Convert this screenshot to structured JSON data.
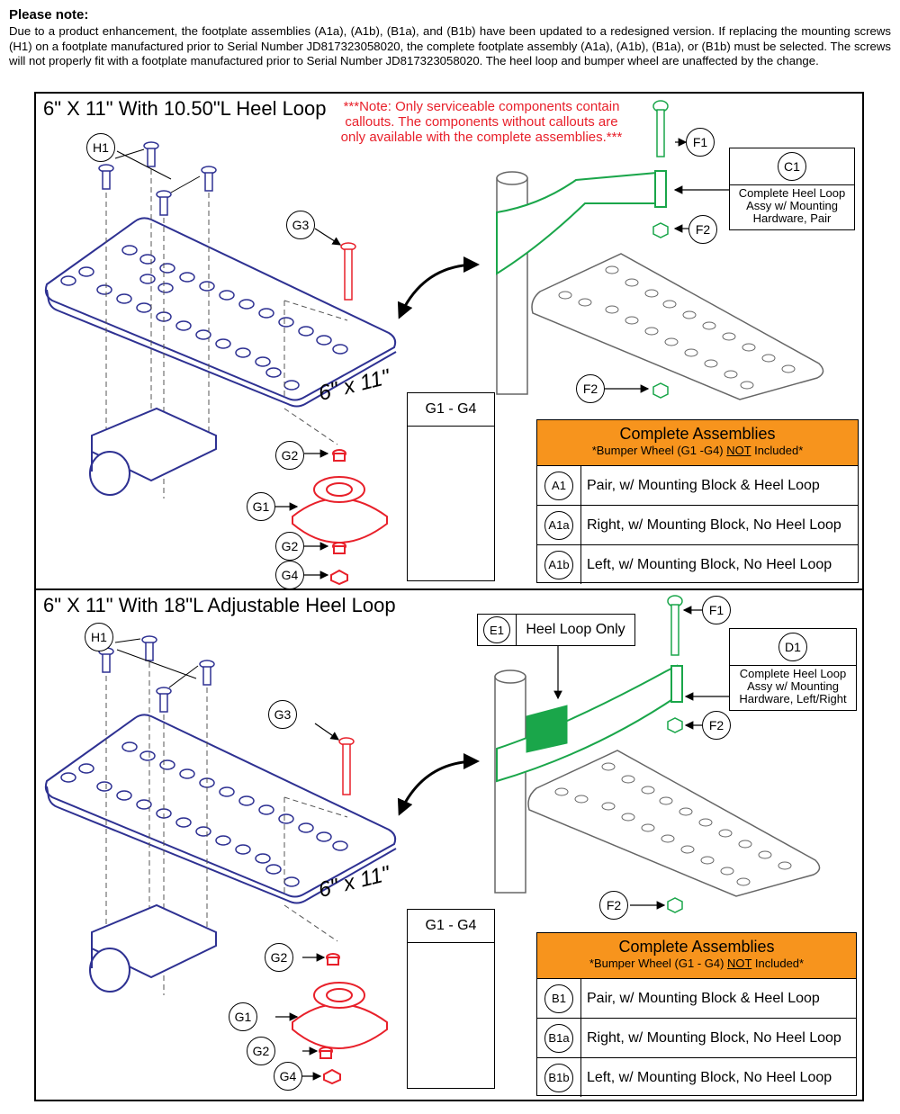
{
  "note": {
    "title": "Please note:",
    "body": "Due to a product enhancement, the footplate assemblies (A1a), (A1b), (B1a), and (B1b) have been updated to a redesigned version. If replacing the mounting screws (H1) on a footplate manufactured prior to Serial Number JD817323058020, the complete footplate assembly (A1a), (A1b), (B1a), or (B1b) must be selected. The screws will not properly fit with a footplate manufactured prior to Serial Number JD817323058020. The heel loop and bumper wheel are unaffected by the change."
  },
  "colors": {
    "plate": "#2e3192",
    "wheel": "#e8202a",
    "heelloop": "#1aa64a",
    "header": "#f7941d",
    "note_text": "#e8202a"
  },
  "panel1": {
    "title": "6\" X 11\" With 10.50\"L Heel Loop",
    "serviceable_note": "***Note: Only serviceable components contain callouts. The components without callouts are only available with the complete assemblies.***",
    "size_label": "6\" x 11\"",
    "callouts": {
      "h1": "H1",
      "g3": "G3",
      "g2a": "G2",
      "g1": "G1",
      "g2b": "G2",
      "g4": "G4",
      "f1": "F1",
      "f2a": "F2",
      "f2b": "F2"
    },
    "heel_box": {
      "id": "C1",
      "text": "Complete Heel Loop Assy w/ Mounting Hardware, Pair"
    },
    "g_box": "G1 - G4",
    "assemblies": {
      "title": "Complete Assemblies",
      "subtitle_pre": "*Bumper Wheel (G1 -G4) ",
      "subtitle_not": "NOT",
      "subtitle_post": " Included*",
      "rows": [
        {
          "id": "A1",
          "text": "Pair, w/ Mounting Block & Heel Loop"
        },
        {
          "id": "A1a",
          "text": "Right, w/ Mounting Block, No Heel Loop"
        },
        {
          "id": "A1b",
          "text": "Left, w/ Mounting Block, No Heel Loop"
        }
      ]
    }
  },
  "panel2": {
    "title": "6\" X 11\" With 18\"L Adjustable Heel Loop",
    "size_label": "6\" x 11\"",
    "callouts": {
      "h1": "H1",
      "g3": "G3",
      "g2a": "G2",
      "g1": "G1",
      "g2b": "G2",
      "g4": "G4",
      "f1": "F1",
      "f2a": "F2",
      "f2b": "F2"
    },
    "e1": {
      "id": "E1",
      "text": "Heel Loop Only"
    },
    "heel_box": {
      "id": "D1",
      "text": "Complete Heel Loop Assy w/ Mounting Hardware, Left/Right"
    },
    "g_box": "G1 - G4",
    "assemblies": {
      "title": "Complete Assemblies",
      "subtitle_pre": "*Bumper Wheel (G1 - G4) ",
      "subtitle_not": "NOT",
      "subtitle_post": " Included*",
      "rows": [
        {
          "id": "B1",
          "text": "Pair, w/ Mounting Block & Heel Loop"
        },
        {
          "id": "B1a",
          "text": "Right, w/ Mounting Block, No Heel Loop"
        },
        {
          "id": "B1b",
          "text": "Left, w/ Mounting Block, No Heel Loop"
        }
      ]
    }
  }
}
